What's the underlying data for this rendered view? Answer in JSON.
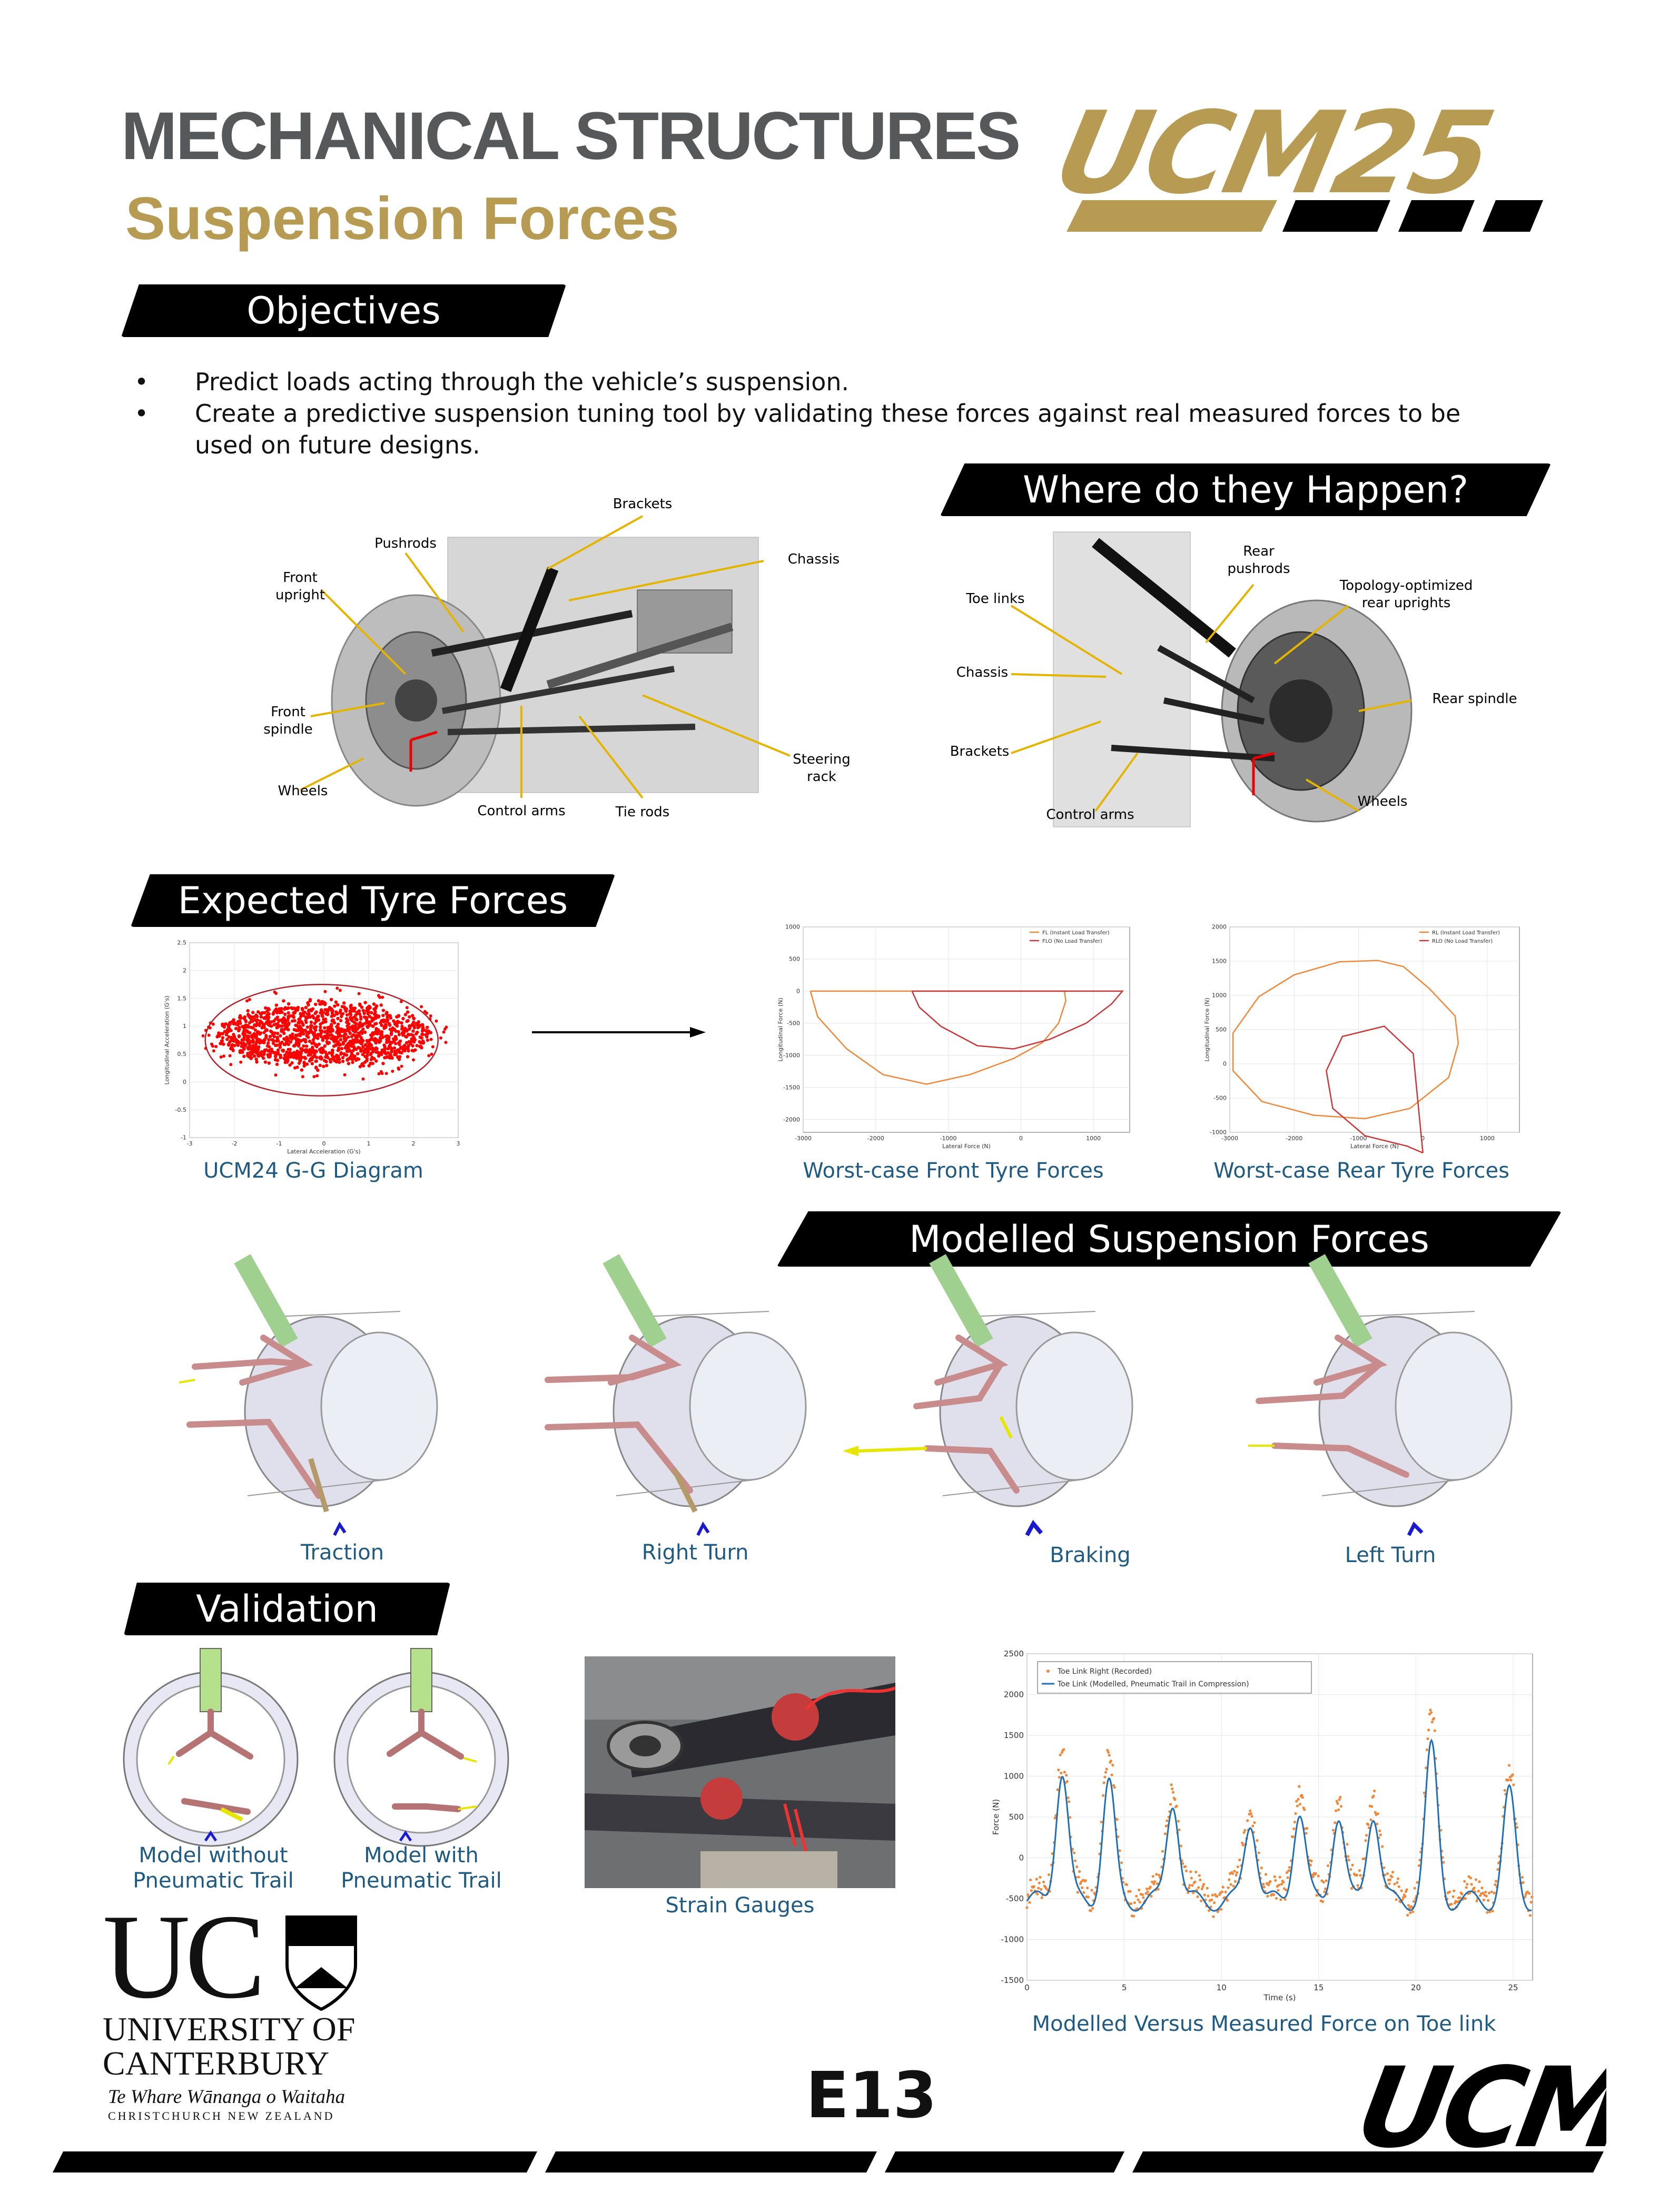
{
  "header": {
    "title": "MECHANICAL STRUCTURES",
    "subtitle": "Suspension Forces",
    "team_logo": "UCM25"
  },
  "sections": {
    "objectives": "Objectives",
    "where": "Where do they Happen?",
    "expected": "Expected Tyre Forces",
    "modelled": "Modelled Suspension Forces",
    "validation": "Validation"
  },
  "objectives": [
    "Predict loads acting through the vehicle’s suspension.",
    "Create a predictive suspension tuning tool by validating these forces against real measured forces to be used on future designs."
  ],
  "front_labels": {
    "brackets": "Brackets",
    "pushrods": "Pushrods",
    "chassis": "Chassis",
    "front_upright_1": "Front",
    "front_upright_2": "upright",
    "front_spindle_1": "Front",
    "front_spindle_2": "spindle",
    "wheels": "Wheels",
    "control_arms": "Control arms",
    "tie_rods": "Tie rods",
    "steering_rack_1": "Steering",
    "steering_rack_2": "rack"
  },
  "rear_labels": {
    "rear_pushrods_1": "Rear",
    "rear_pushrods_2": "pushrods",
    "toe_links": "Toe links",
    "topo_1": "Topology-optimized",
    "topo_2": "rear uprights",
    "chassis": "Chassis",
    "rear_spindle": "Rear spindle",
    "brackets": "Brackets",
    "control_arms": "Control arms",
    "wheels": "Wheels"
  },
  "captions": {
    "gg": "UCM24 G-G Diagram",
    "front_tyre": "Worst-case Front Tyre Forces",
    "rear_tyre": "Worst-case Rear Tyre Forces",
    "traction": "Traction",
    "right_turn": "Right Turn",
    "braking": "Braking",
    "left_turn": "Left Turn",
    "model_without_1": "Model without",
    "model_without_2": "Pneumatic Trail",
    "model_with_1": "Model with",
    "model_with_2": "Pneumatic Trail",
    "strain_gauges": "Strain Gauges",
    "toe_chart": "Modelled Versus Measured Force on Toe link"
  },
  "footer": {
    "uni_letters": "UC",
    "uni_name_1": "UNIVERSITY OF",
    "uni_name_2": "CANTERBURY",
    "uni_maori": "Te Whare Wānanga o Waitaha",
    "uni_city": "CHRISTCHURCH NEW ZEALAND",
    "board_code": "E13",
    "team_logo": "UCM"
  },
  "colors": {
    "gold": "#b89b52",
    "grey_title": "#56585a",
    "caption_blue": "#1e5a82",
    "gg_red": "#ff0000",
    "series_orange": "#f0883a",
    "series_red": "#c8383a",
    "series_blue": "#1f6fb5"
  },
  "chart_data": [
    {
      "type": "scatter",
      "title": "",
      "xlabel": "Lateral Acceleration (G's)",
      "ylabel": "Longitudinal Acceleration (G's)",
      "xlim": [
        -3,
        3
      ],
      "ylim": [
        -1,
        2.5
      ],
      "xticks": [
        "-3",
        "-2",
        "-1",
        "0",
        "1",
        "2",
        "3"
      ],
      "yticks": [
        "2.5",
        "2",
        "1.5",
        "1",
        "0.5",
        "0",
        "-0.5",
        "-1"
      ],
      "envelope": {
        "cx": -0.05,
        "cy": 0.75,
        "rx": 2.6,
        "ry": 1.0
      },
      "cloud": {
        "cx": 0.0,
        "cy": 0.85,
        "rx": 2.4,
        "ry": 0.55
      }
    },
    {
      "type": "line",
      "xlabel": "Lateral Force (N)",
      "ylabel": "Longitudinal Force (N)",
      "xlim": [
        -3000,
        1500
      ],
      "ylim": [
        -2200,
        1000
      ],
      "xticks": [
        -3000,
        -2000,
        -1000,
        0,
        1000
      ],
      "yticks": [
        1000,
        500,
        0,
        -500,
        -1000,
        -1500,
        -2000
      ],
      "legend": "top-right",
      "series": [
        {
          "name": "FL (Instant Load Transfer)",
          "x": [
            -2900,
            600,
            620,
            520,
            300,
            -100,
            -700,
            -1300,
            -1900,
            -2400,
            -2800,
            -2900
          ],
          "y": [
            0,
            0,
            -150,
            -500,
            -800,
            -1050,
            -1300,
            -1450,
            -1300,
            -900,
            -400,
            0
          ]
        },
        {
          "name": "FLO (No Load Transfer)",
          "x": [
            -1500,
            1400,
            1250,
            900,
            400,
            -100,
            -600,
            -1100,
            -1400,
            -1500
          ],
          "y": [
            0,
            0,
            -200,
            -500,
            -750,
            -900,
            -850,
            -550,
            -250,
            0
          ]
        }
      ]
    },
    {
      "type": "line",
      "xlabel": "Lateral Force (N)",
      "ylabel": "Longitudinal Force (N)",
      "xlim": [
        -3000,
        1500
      ],
      "ylim": [
        -1000,
        2000
      ],
      "xticks": [
        -3000,
        -2000,
        -1000,
        0,
        1000
      ],
      "yticks": [
        2000,
        1500,
        1000,
        500,
        0,
        -500,
        -1000
      ],
      "legend": "top-right",
      "series": [
        {
          "name": "RL (Instant Load Transfer)",
          "x": [
            -150,
            -300,
            -700,
            -1300,
            -2000,
            -2550,
            -2950,
            -2950,
            -2500,
            -1700,
            -900,
            -200,
            400,
            550,
            500,
            100,
            -150
          ],
          "y": [
            1300,
            1420,
            1510,
            1490,
            1300,
            980,
            450,
            -100,
            -550,
            -750,
            -800,
            -650,
            -200,
            300,
            700,
            1100,
            1300
          ]
        },
        {
          "name": "RLO (No Load Transfer)",
          "x": [
            0,
            -250,
            -900,
            -1400,
            -1500,
            -1250,
            -600,
            -150,
            0
          ],
          "y": [
            -1300,
            -1200,
            -1050,
            -650,
            -100,
            400,
            550,
            150,
            -1300
          ]
        }
      ]
    },
    {
      "type": "line",
      "xlabel": "Time (s)",
      "ylabel": "Force (N)",
      "xlim": [
        0,
        26
      ],
      "ylim": [
        -1500,
        2500
      ],
      "xticks": [
        0,
        5,
        10,
        15,
        20,
        25
      ],
      "yticks": [
        2500,
        2000,
        1500,
        1000,
        500,
        0,
        -500,
        -1000,
        -1500
      ],
      "legend": "top-left",
      "series": [
        {
          "name": "Toe Link Right (Recorded)",
          "peaks_t": [
            1.8,
            4.2,
            7.5,
            11.5,
            14.0,
            16.0,
            17.8,
            20.8,
            24.8
          ],
          "peaks_f": [
            1300,
            1200,
            900,
            650,
            850,
            700,
            800,
            1600,
            950
          ]
        },
        {
          "name": "Toe Link (Modelled, Pneumatic Trail in Compression)",
          "peaks_t": [
            1.8,
            4.2,
            7.5,
            11.5,
            14.0,
            16.0,
            17.8,
            20.8,
            24.8
          ],
          "peaks_f": [
            1150,
            1000,
            800,
            550,
            650,
            600,
            650,
            1400,
            850
          ]
        }
      ]
    }
  ]
}
